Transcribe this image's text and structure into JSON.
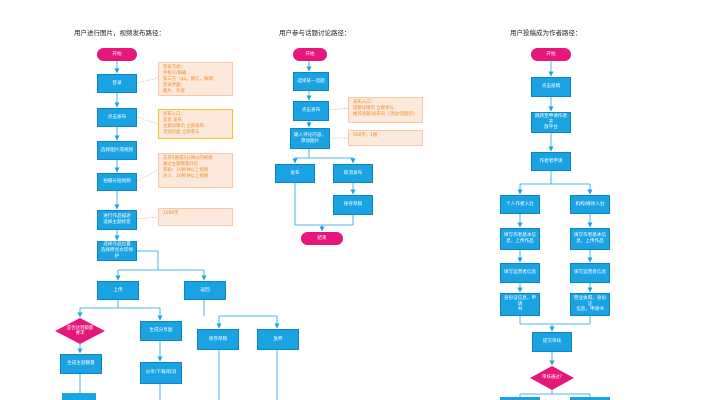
{
  "titles": {
    "left": "用户进行图片，视频发布路径：",
    "middle": "用户参与话题讨论路径：",
    "right": "用户投稿成为作者路径："
  },
  "left": {
    "start": "开始",
    "login": "登录",
    "click_publish": "点击发布",
    "choose_image_video": "选择图片或视频",
    "shoot_short_video": "拍摄长短视频",
    "describe_topic": "进行作品描述\n选择主题标签",
    "location_watermark": "选择作品位置\n选择原创水印保护",
    "upload": "上传",
    "back": "返回",
    "decision_topic": "是否达到额量\n要求",
    "generate_topic": "生成主题额量",
    "generate_share": "生成分享图",
    "share_download_cancel": "分享/下载/取消",
    "save_draft": "保存草稿",
    "give_up": "放弃",
    "note_login": "登录方式：\n手机号/邮箱\n第三方（qq，微信，微博）\n登录界面：\n图片，作者",
    "note_entry": "发布入口：\n首页 发布\n主题详情页 立即发布\n活动页面 立即参与",
    "note_video": "支持5图或5分钟以内视频\n通过主题额量开启\n铁粉：10秒钟以上视频\n达人：20秒钟以上视频",
    "note_chars": "1000字"
  },
  "middle": {
    "start": "开始",
    "choose_topic": "选择某一话题",
    "click_publish": "点击发布",
    "enter_comment": "输入评论内容，\n添加图片",
    "publish": "发布",
    "cancel_publish": "取消发布",
    "save_draft": "保存草稿",
    "end": "结束",
    "note_entry": "发布入口：\n话题详情页 立即参与\n推荐话题/发布页（活动/话题页）",
    "note_chars": "500字，1图"
  },
  "right": {
    "start": "开始",
    "click_submit": "点击投稿",
    "jump_page": "跳转至申请作者开\n放平台",
    "author_apply": "作者者申请",
    "personal_entry": "个人作者入驻",
    "org_entry": "机构/媒体入驻",
    "personal_basic": "填写作者基本信\n息，上传作品",
    "org_basic": "填写作者基本信\n息，上传作品",
    "personal_operator": "填写运营者信息",
    "org_operator": "填写运营者信息",
    "personal_id": "身份证信息，申请\n书",
    "org_id": "营业执照，身份证\n信息，申请书",
    "submit_review": "提交审核",
    "review_decision": "审核通过?"
  },
  "colors": {
    "box": "#1aa3e3",
    "pill": "#e6177a",
    "note_bg": "#fde9dc",
    "note_text": "#f08a24",
    "line": "#1aa3e3"
  }
}
